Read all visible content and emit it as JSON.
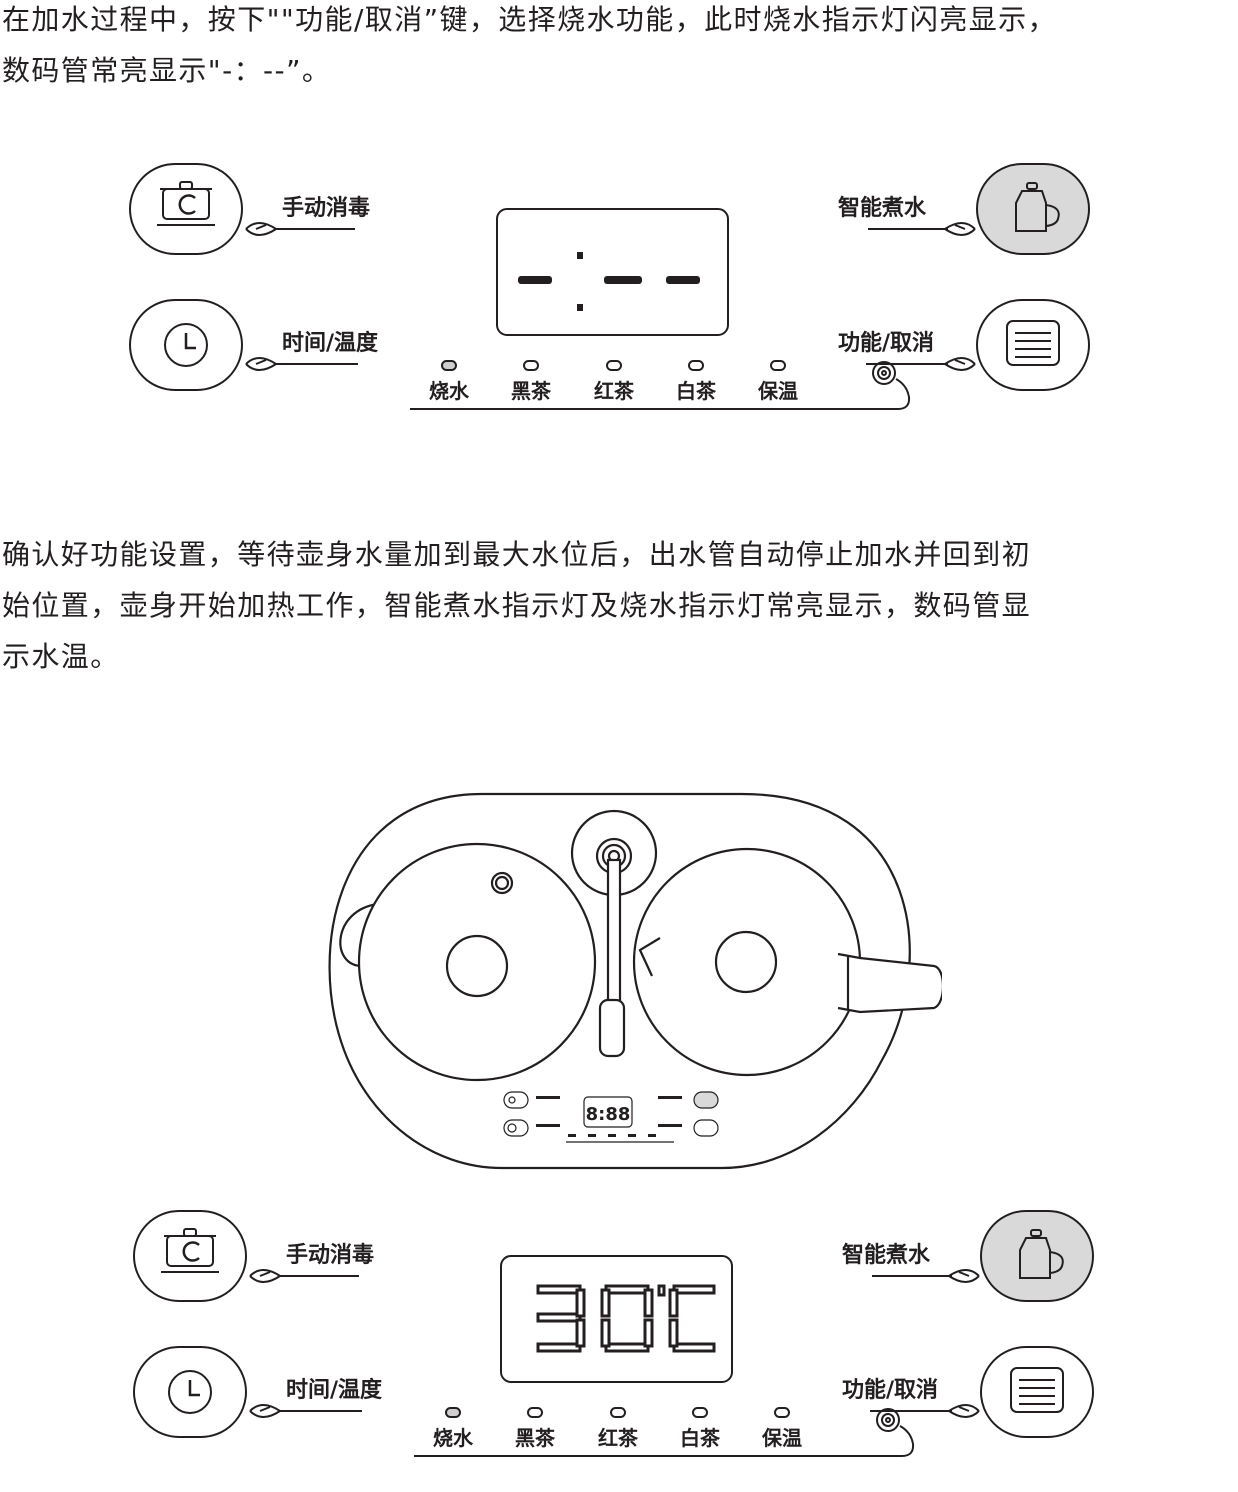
{
  "paragraphs": {
    "p1": {
      "line1": "在加水过程中，按下\"\"功能/取消”键，选择烧水功能，此时烧水指示灯闪亮显示，",
      "line2": "数码管常亮显示\"-：--”。"
    },
    "p2": {
      "line1": "确认好功能设置，等待壶身水量加到最大水位后，出水管自动停止加水并回到初",
      "line2": "始位置，壶身开始加热工作，智能煮水指示灯及烧水指示灯常亮显示，数码管显",
      "line3": "示水温。"
    }
  },
  "panel_labels": {
    "disinfect": "手动消毒",
    "time_temp": "时间/温度",
    "smart_boil": "智能煮水",
    "func_cancel": "功能/取消"
  },
  "indicators": [
    "烧水",
    "黑茶",
    "红茶",
    "白茶",
    "保温"
  ],
  "device": {
    "display": "8:88"
  },
  "colors": {
    "line": "#231f20",
    "active_button": "#d9d9d9",
    "lit_indicator": "#cfcfcf"
  }
}
